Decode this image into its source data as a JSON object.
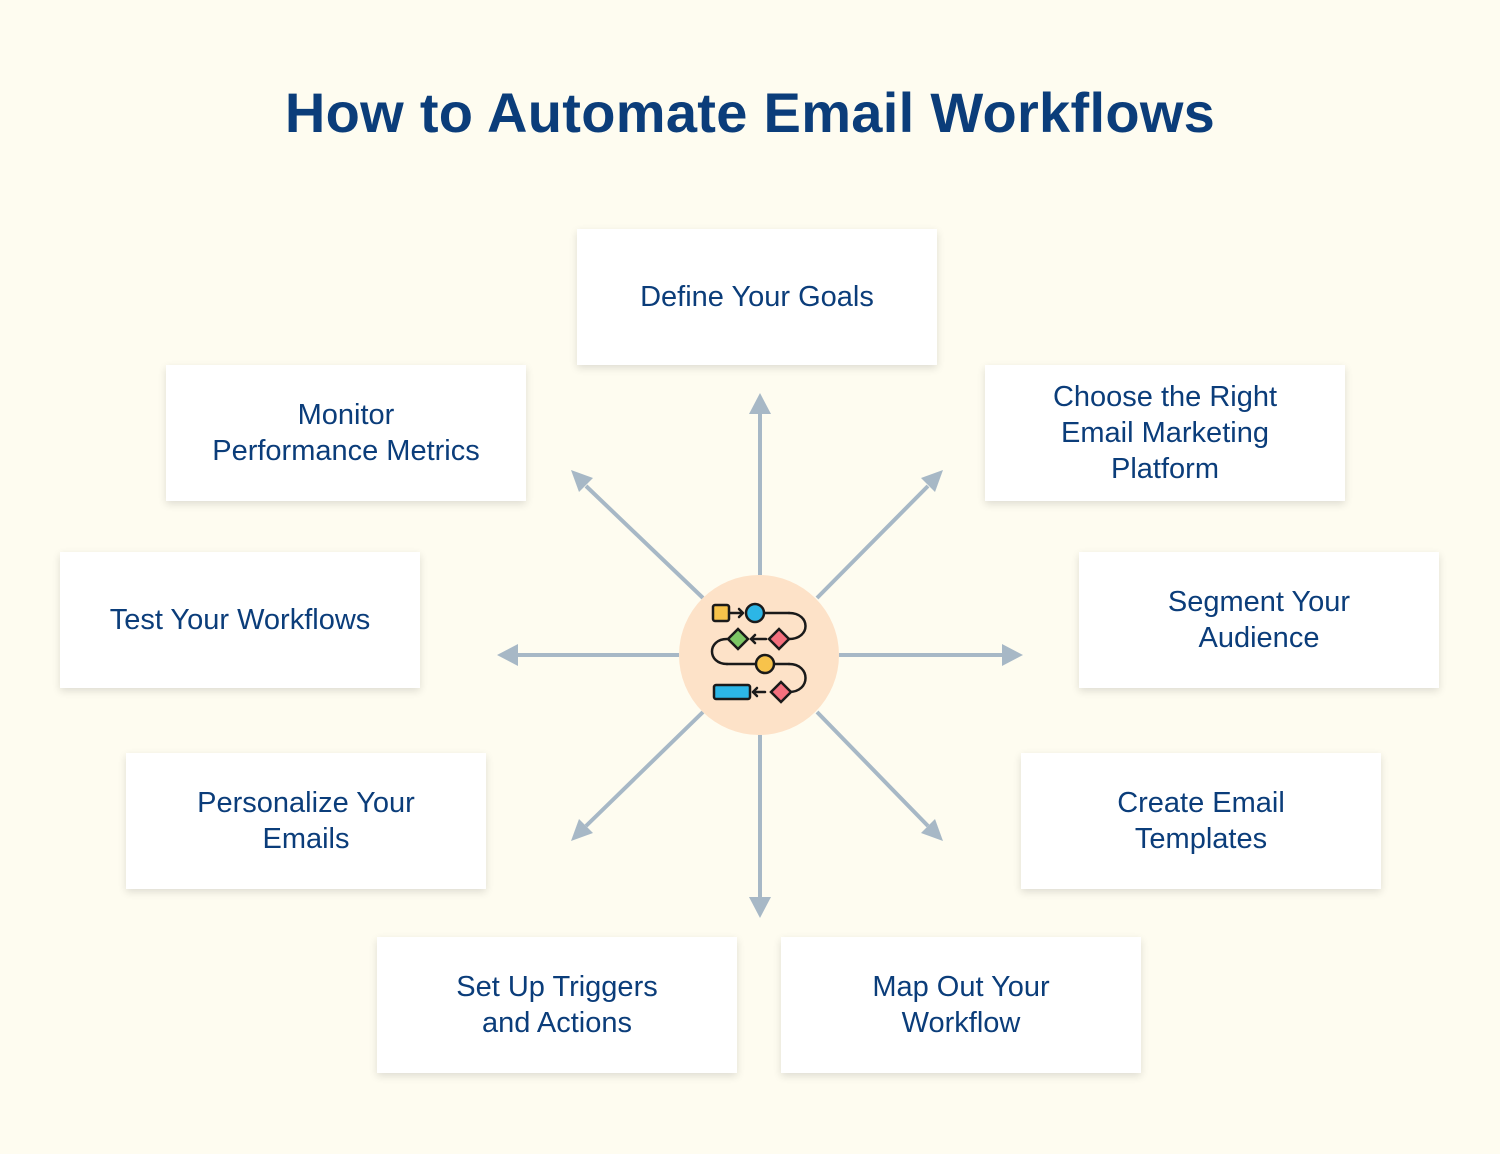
{
  "title": "How to Automate Email Workflows",
  "steps": {
    "define_goals": "Define Your Goals",
    "choose_platform": "Choose the Right\nEmail Marketing\nPlatform",
    "segment_audience": "Segment Your\nAudience",
    "create_templates": "Create Email\nTemplates",
    "map_workflow": "Map Out Your\nWorkflow",
    "set_triggers": "Set Up Triggers\nand Actions",
    "personalize_emails": "Personalize Your\nEmails",
    "test_workflows": "Test Your Workflows",
    "monitor_metrics": "Monitor\nPerformance Metrics"
  },
  "hub_icon": "workflow-flowchart-icon",
  "colors": {
    "background": "#fefcf0",
    "title": "#0b3d7a",
    "box_text": "#0b3d7a",
    "arrow": "#a7b8c6",
    "hub": "#fde2c8"
  }
}
